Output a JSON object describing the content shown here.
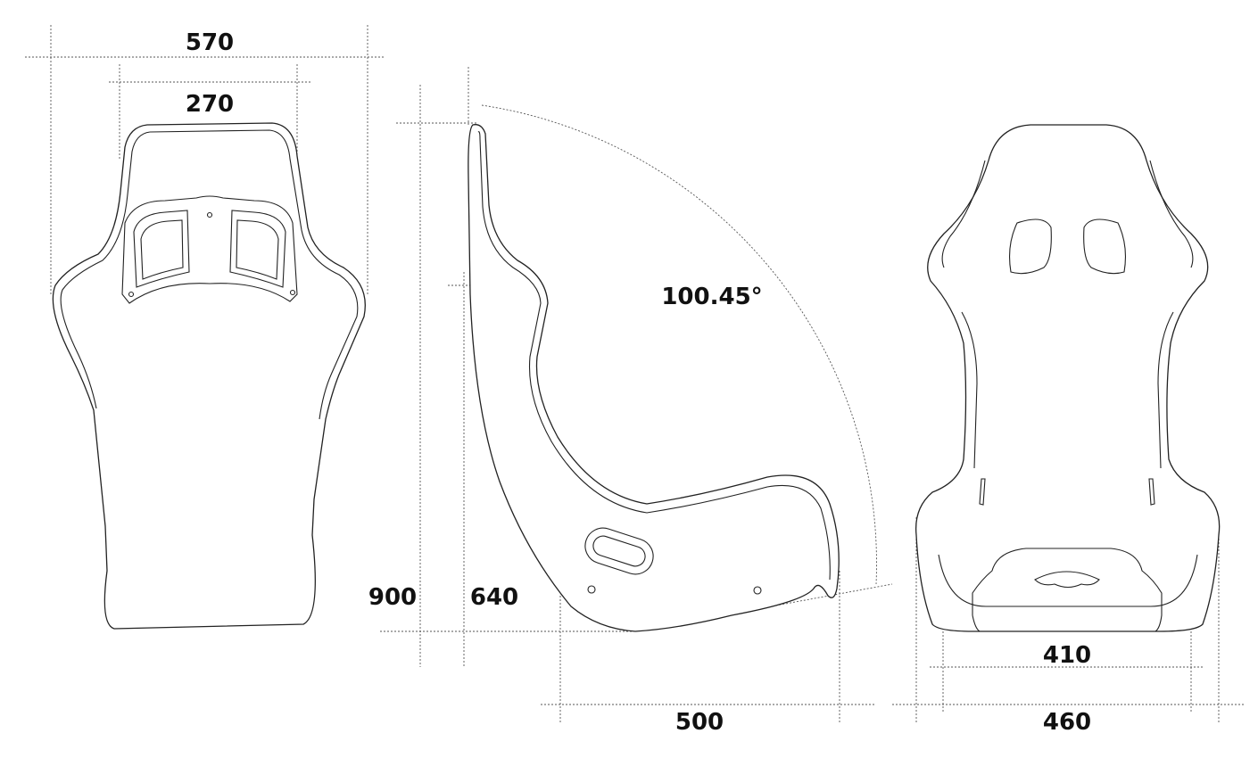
{
  "title": "Seat dimension drawing",
  "back_view": {
    "width_outer": "570",
    "width_headrest": "270"
  },
  "side_view": {
    "height_total": "900",
    "height_seat_back": "640",
    "angle": "100.45°",
    "depth": "500"
  },
  "front_view": {
    "width_seat_inner": "410",
    "width_base": "460"
  },
  "colors": {
    "line": "#222222",
    "background": "#ffffff"
  }
}
